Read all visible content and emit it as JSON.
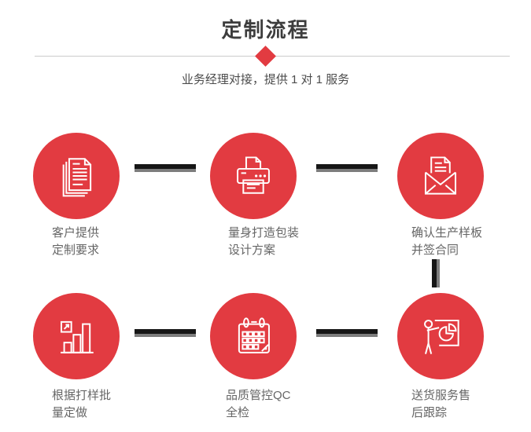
{
  "page": {
    "title": "定制流程",
    "subtitle": "业务经理对接，提供 1 对 1 服务"
  },
  "colors": {
    "accent_red": "#e23b41",
    "connector_black": "#161616",
    "connector_gray": "#7d7d7d",
    "divider_gray": "#cccccc",
    "title_text": "#3d3d3d",
    "subtitle_text": "#4c4c4c",
    "label_text": "#666666"
  },
  "steps": [
    {
      "icon": "documents-icon",
      "label_line1": "客户提供",
      "label_line2": "定制要求"
    },
    {
      "icon": "printer-icon",
      "label_line1": "量身打造包装",
      "label_line2": "设计方案"
    },
    {
      "icon": "envelope-icon",
      "label_line1": "确认生产样板",
      "label_line2": "并签合同"
    },
    {
      "icon": "bar-chart-icon",
      "label_line1": "根据打样批",
      "label_line2": "量定做"
    },
    {
      "icon": "calendar-icon",
      "label_line1": "品质管控QC",
      "label_line2": "全检"
    },
    {
      "icon": "presentation-icon",
      "label_line1": "送货服务售",
      "label_line2": "后跟踪"
    }
  ]
}
